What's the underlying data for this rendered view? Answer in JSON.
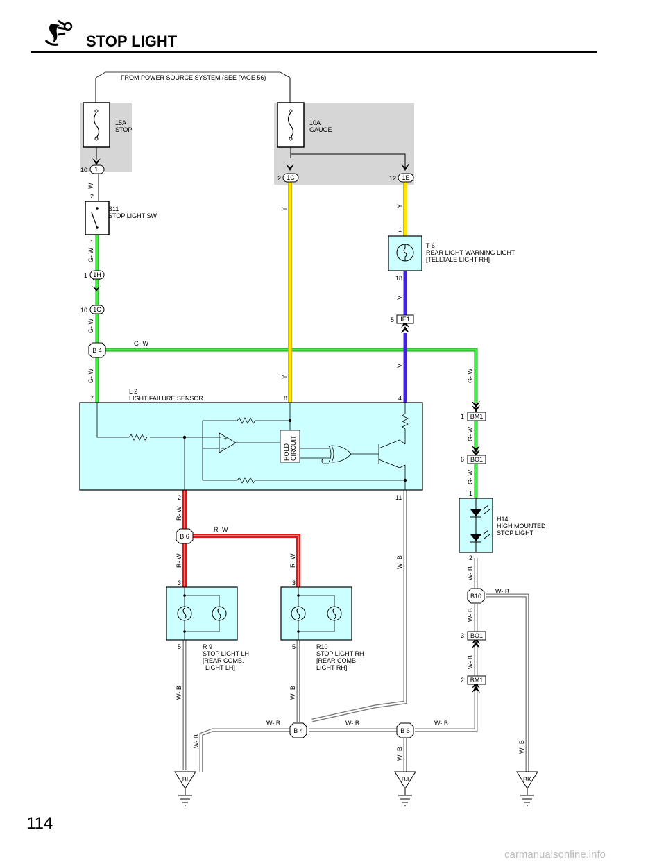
{
  "header": {
    "title": "STOP LIGHT"
  },
  "page_number": "114",
  "watermark": "carmanualsonline.info",
  "power_note": "FROM POWER SOURCE SYSTEM (SEE PAGE 56)",
  "fuses": [
    {
      "rating": "15A",
      "name": "STOP"
    },
    {
      "rating": "10A",
      "name": "GAUGE"
    }
  ],
  "components": {
    "s11": {
      "code": "S11",
      "name": "STOP LIGHT SW"
    },
    "t6": {
      "code": "T 6",
      "name": "REAR LIGHT WARNING LIGHT",
      "sub": "[TELLTALE LIGHT RH]"
    },
    "l2": {
      "code": "L 2",
      "name": "LIGHT FAILURE SENSOR",
      "hold1": "HOLD",
      "hold2": "CIRCUIT"
    },
    "h14": {
      "code": "H14",
      "name1": "HIGH MOUNTED",
      "name2": "STOP LIGHT"
    },
    "r9": {
      "code": "R 9",
      "name1": "STOP LIGHT LH",
      "name2": "[REAR COMB.",
      "name3": "LIGHT LH]"
    },
    "r10": {
      "code": "R10",
      "name1": "STOP LIGHT RH",
      "name2": "[REAR COMB",
      "name3": "LIGHT RH]"
    }
  },
  "connectors": {
    "c1i": "1I",
    "c1c_a": "1C",
    "c1e": "1E",
    "c1h": "1H",
    "c1c_b": "1C",
    "ie1": "IE1",
    "bm1_a": "BM1",
    "bo1_a": "BO1",
    "bo1_b": "BO1",
    "bm1_b": "BM1"
  },
  "junctions": {
    "b4_top": "B 4",
    "b6_mid": "B 6",
    "b10": "B10",
    "b4_bot": "B 4",
    "b6_bot": "B 6"
  },
  "grounds": {
    "bi": "BI",
    "bj": "BJ",
    "bk": "BK"
  },
  "pins": {
    "p10a": "10",
    "p2a": "2",
    "p12": "12",
    "p2b": "2",
    "p1a": "1",
    "p1b": "1",
    "p18": "18",
    "p1c": "1",
    "p10b": "10",
    "p5a": "5",
    "p7": "7",
    "p8": "8",
    "p4": "4",
    "p1d": "1",
    "p6": "6",
    "p1e": "1",
    "p2c": "2",
    "p11": "11",
    "p2d": "2",
    "p3a": "3",
    "p3b": "3",
    "p3c": "3",
    "p5b": "5",
    "p5c": "5",
    "p2e": "2"
  },
  "wire_colors": {
    "w": "W",
    "gw": "G- W",
    "y": "Y",
    "v": "V",
    "rw": "R- W",
    "wb": "W- B"
  },
  "colors": {
    "yellow": "#ffe600",
    "green": "#33dd33",
    "violet": "#4422dd",
    "red": "#ee1111",
    "component_fill": "#ccffff",
    "fuse_box": "#d6d6d6"
  }
}
